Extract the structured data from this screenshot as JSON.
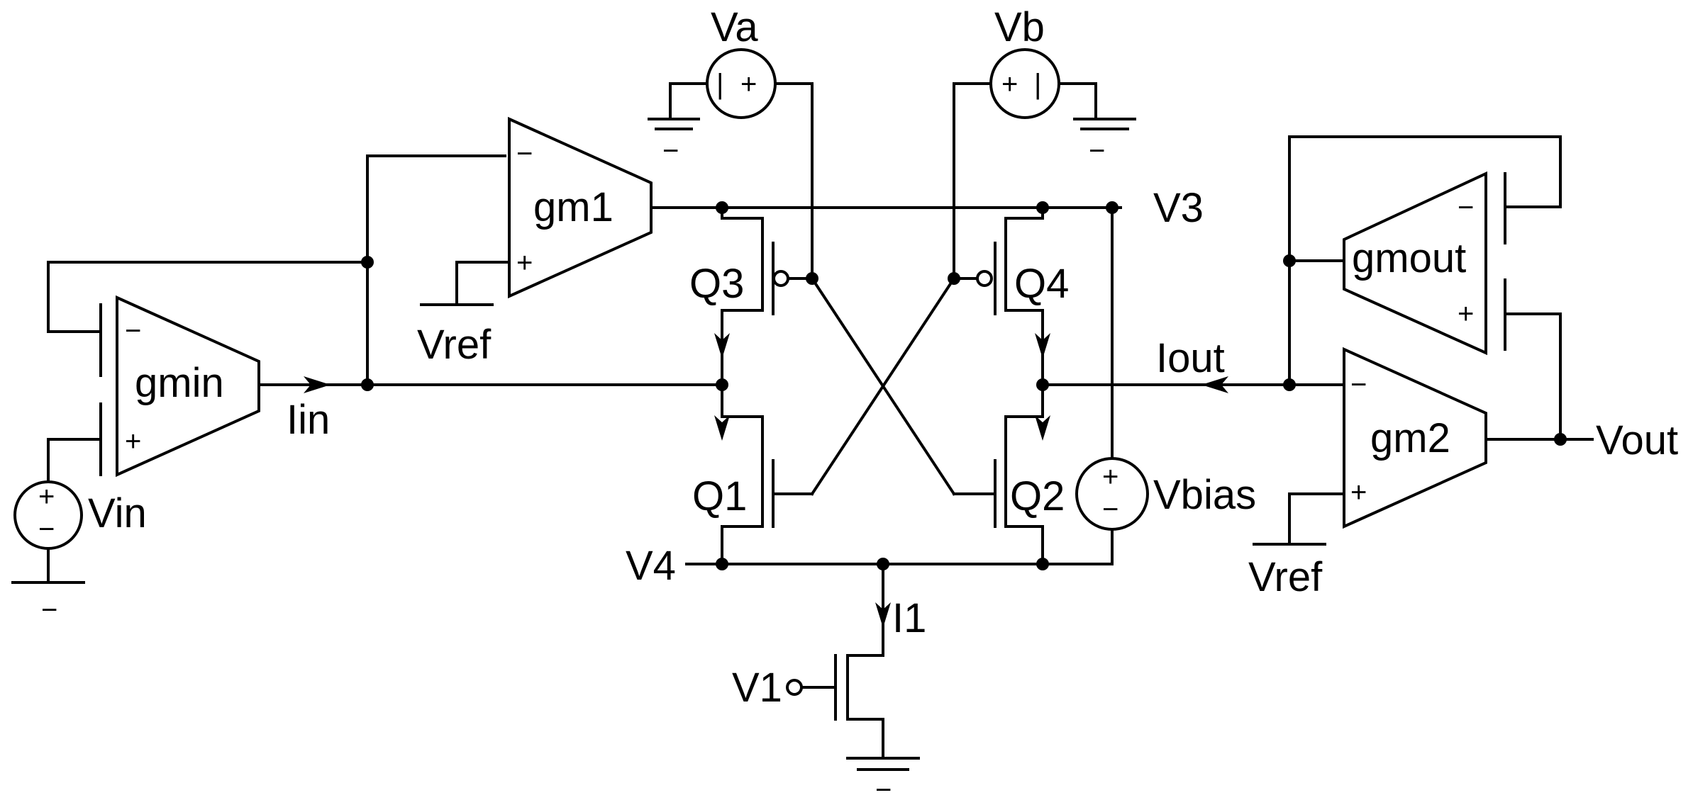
{
  "labels": {
    "va": "Va",
    "vb": "Vb",
    "v3": "V3",
    "v4": "V4",
    "v1": "V1",
    "vout": "Vout",
    "vin": "Vin",
    "vbias": "Vbias",
    "vref_gm1": "Vref",
    "vref_gm2": "Vref",
    "iin": "Iin",
    "iout": "Iout",
    "i1": "I1",
    "q1": "Q1",
    "q2": "Q2",
    "q3": "Q3",
    "q4": "Q4",
    "gm1": "gm1",
    "gmin": "gmin",
    "gm2": "gm2",
    "gmout": "gmout"
  },
  "signs": {
    "minus": "−",
    "plus": "+",
    "bar": "|"
  }
}
